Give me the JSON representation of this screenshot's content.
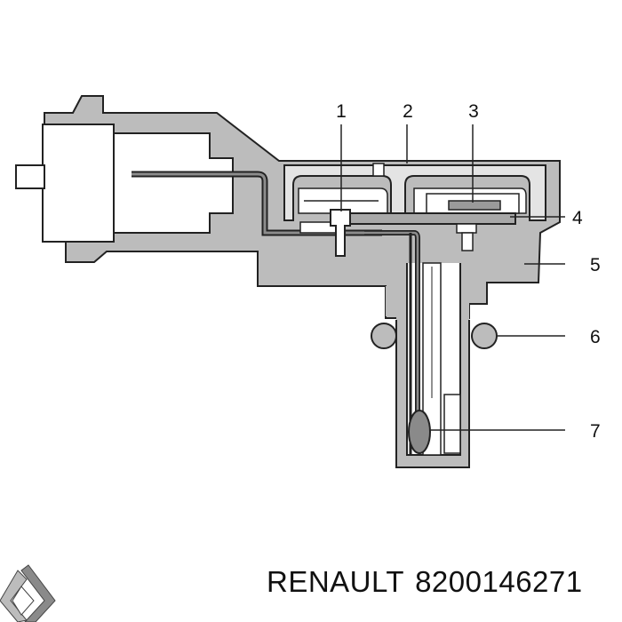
{
  "callouts": [
    {
      "id": "1",
      "label": "1"
    },
    {
      "id": "2",
      "label": "2"
    },
    {
      "id": "3",
      "label": "3"
    },
    {
      "id": "4",
      "label": "4"
    },
    {
      "id": "5",
      "label": "5"
    },
    {
      "id": "6",
      "label": "6"
    },
    {
      "id": "7",
      "label": "7"
    }
  ],
  "footer": {
    "brand": "RENAULT",
    "part_number": "8200146271"
  },
  "logo": {
    "name": "renault-logo-icon"
  },
  "colors": {
    "housing": "#bcbcbc",
    "housing_light": "#e4e4e4",
    "outline": "#222222",
    "text": "#111111"
  }
}
